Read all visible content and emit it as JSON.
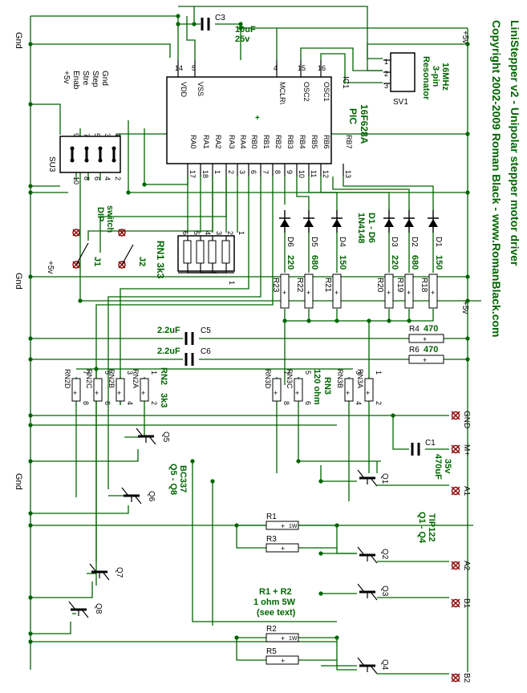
{
  "title": "LiniStepper v2 - Unipolar stepper motor driver",
  "copyright": "Copyright 2002-2009 Roman Black - www.RomanBlack.com",
  "rails": {
    "gnd": "Gnd",
    "plus5": "+5v"
  },
  "c3": {
    "ref": "C3",
    "value": "10uF",
    "rating": "25v"
  },
  "sv1": {
    "ref": "SV1",
    "pins": [
      "1",
      "2",
      "3"
    ],
    "desc1": "16MHz",
    "desc2": "3-pin",
    "desc3": "Resonator"
  },
  "ic1": {
    "ref": "IC1",
    "part_a": "PIC",
    "part_b": "16F628A",
    "top_pin_nums": [
      "5",
      "14",
      "4",
      "15",
      "16"
    ],
    "top_pin_names": [
      "VSS",
      "VDD",
      "MCLR\\",
      "OSC2",
      "OSC1"
    ],
    "bottom_pin_names": [
      "RA0",
      "RA1",
      "RA2",
      "RA3",
      "RA4",
      "RB0",
      "RB1",
      "RB2",
      "RB3",
      "RB4",
      "RB5",
      "RB6",
      "RB7"
    ],
    "bottom_pin_nums": [
      "17",
      "18",
      "1",
      "2",
      "3",
      "6",
      "7",
      "8",
      "9",
      "10",
      "11",
      "12",
      "13"
    ]
  },
  "su3": {
    "ref": "SU3",
    "top_nums": [
      "9",
      "7",
      "5",
      "3",
      "1"
    ],
    "bottom_nums": [
      "10",
      "8",
      "6",
      "4",
      "2"
    ],
    "labels": [
      "+5v",
      "Enab",
      "Stre",
      "Step",
      "Gnd"
    ]
  },
  "dip": {
    "label1": "DIP",
    "label2": "switch",
    "j1": "J1",
    "j2": "J2",
    "plus5": "+5v"
  },
  "rn1": {
    "label": "RN1 3k3",
    "pins": [
      "6",
      "5",
      "4",
      "3",
      "2",
      "1"
    ]
  },
  "diodes": {
    "refs": [
      "D6",
      "D5",
      "D4",
      "D3",
      "D2",
      "D1"
    ],
    "values": [
      "220",
      "680",
      "150",
      "220",
      "680",
      "150"
    ],
    "group_a": "D1 - D6",
    "group_b": "1N4148"
  },
  "resistors_top": {
    "refs": [
      "R23",
      "R22",
      "R21",
      "R20",
      "R19",
      "R18"
    ]
  },
  "r4": {
    "ref": "R4",
    "value": "470"
  },
  "r6": {
    "ref": "R6",
    "value": "470"
  },
  "c5": {
    "ref": "C5",
    "value": "2.2uF"
  },
  "c6": {
    "ref": "C6",
    "value": "2.2uF"
  },
  "rn2": {
    "label_a": "RN2",
    "label_b": "3k3",
    "parts": [
      "RN2D",
      "RN2C",
      "RN2B",
      "RN2A"
    ],
    "pin_top": [
      "7",
      "5",
      "3",
      "1"
    ],
    "pin_bot": [
      "8",
      "6",
      "4",
      "2"
    ]
  },
  "rn3": {
    "label_a": "RN3",
    "label_b": "120 ohm",
    "parts": [
      "RN3D",
      "RN3C",
      "RN3B",
      "RN3A"
    ],
    "pin_top": [
      "7",
      "5",
      "3",
      "1"
    ],
    "pin_bot": [
      "8",
      "6",
      "4",
      "2"
    ]
  },
  "transistors_small": {
    "refs": [
      "Q5",
      "Q6",
      "Q7",
      "Q8"
    ],
    "label_a": "Q5 - Q8",
    "label_b": "BC337"
  },
  "transistors_power": {
    "refs": [
      "Q1",
      "Q2",
      "Q3",
      "Q4"
    ],
    "label_a": "Q1 - Q4",
    "label_b": "TIP122"
  },
  "c1": {
    "ref": "C1",
    "value": "470uF",
    "rating": "35v"
  },
  "connectors": [
    "GND",
    "M+",
    "A1",
    "A2",
    "B1",
    "B2"
  ],
  "power_res": {
    "refs_a": [
      "R1",
      "R3"
    ],
    "refs_b": [
      "R2",
      "R5"
    ],
    "note_a": "R1 + R2",
    "note_b": "1 ohm  5W",
    "note_c": "(see text)",
    "wattage": "1W"
  }
}
